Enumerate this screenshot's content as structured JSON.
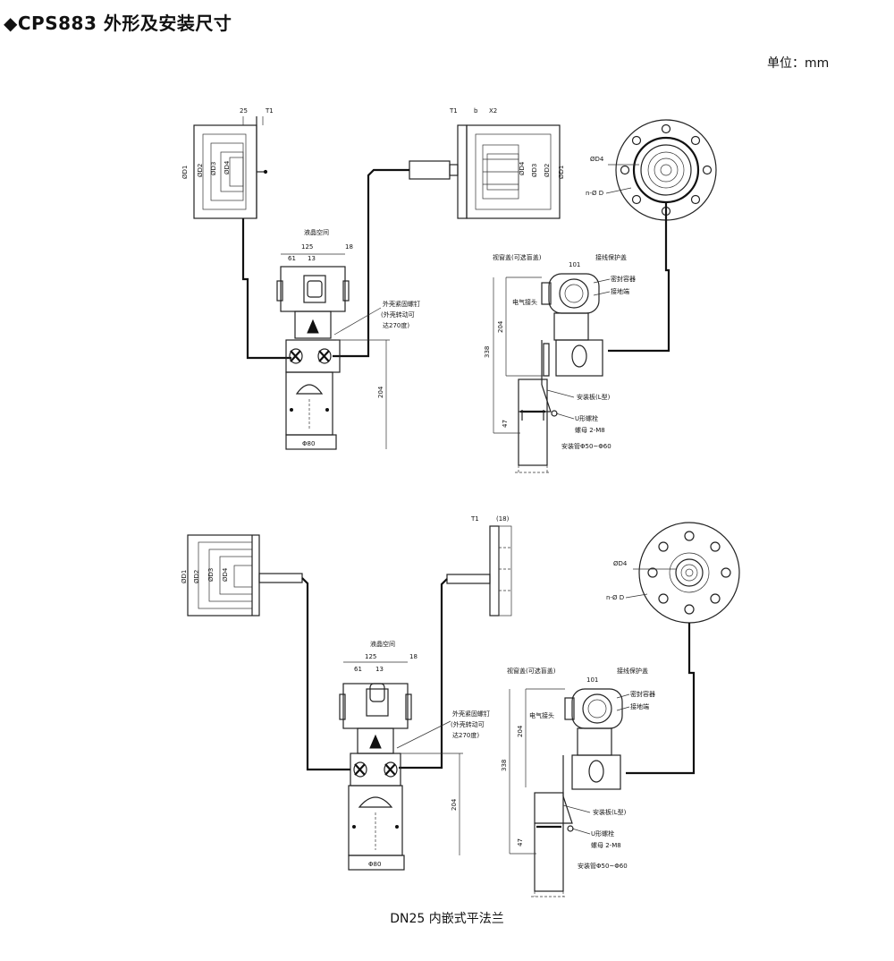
{
  "header": {
    "title": "◆CPS883 外形及安装尺寸",
    "unit": "单位：mm"
  },
  "footer": {
    "caption": "DN25 内嵌式平法兰"
  },
  "labels": {
    "d1": "ØD1",
    "d2": "ØD2",
    "d3": "ØD3",
    "d4": "ØD4",
    "nd": "n-Ø D",
    "t1": "T1",
    "x2": "X2",
    "n25": "25",
    "b": "b",
    "lcd_space": "液晶空间",
    "n125": "125",
    "n61": "61",
    "n13": "13",
    "n18": "18",
    "housing_screw": "外壳紧固螺钉",
    "rotate1": "(外壳转动可",
    "rotate2": "达270度)",
    "n204": "204",
    "phi80": "Φ80",
    "n338": "338",
    "n47": "47",
    "view_cover": "视窗盖(可选盲盖)",
    "n101": "101",
    "terminal_cover": "接线保护盖",
    "seal_ring": "密封容器",
    "ground": "接地端",
    "elec_conn": "电气接头",
    "bracket": "安装板(L型)",
    "u_bolt": "U形螺栓",
    "nut": "螺母 2-M8",
    "pipe": "安装管Φ50~Φ60",
    "n18p": "(18)"
  }
}
